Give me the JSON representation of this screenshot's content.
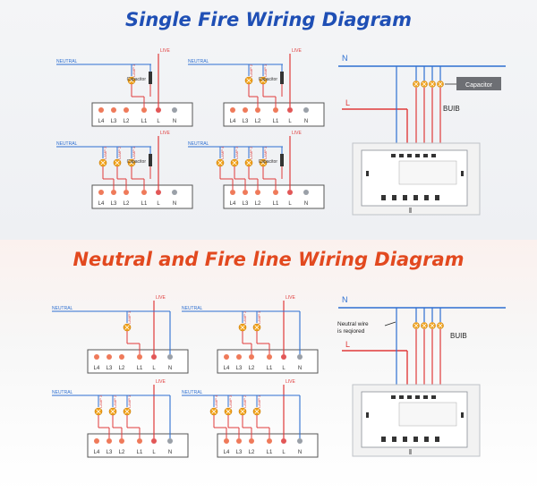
{
  "section1": {
    "title": "Single Fire Wiring Diagram"
  },
  "section2": {
    "title": "Neutral and Fire line Wiring Diagram"
  },
  "labels": {
    "neutral": "NEUTRAL",
    "live": "LIVE",
    "capacitor_small": "Capacitor",
    "lamp1": "LAMP 1",
    "lamp2": "LAMP 2",
    "lamp3": "LAMP 3",
    "lamp4": "LAMP 4",
    "capacitor_big": "Capacitor",
    "buib": "BUIB",
    "n_big": "N",
    "l_big": "L",
    "neutral_wire_1": "Neutral wire",
    "neutral_wire_2": "is reqiored",
    "term_l4": "L4",
    "term_l3": "L3",
    "term_l2": "L2",
    "term_l1": "L1",
    "term_l": "L",
    "term_n": "N"
  },
  "colors": {
    "neutral": "#2d6fd1",
    "live": "#e03a3a",
    "title1": "#1f4fb5",
    "title2": "#e2491f",
    "lamp": "#f3a41b"
  }
}
